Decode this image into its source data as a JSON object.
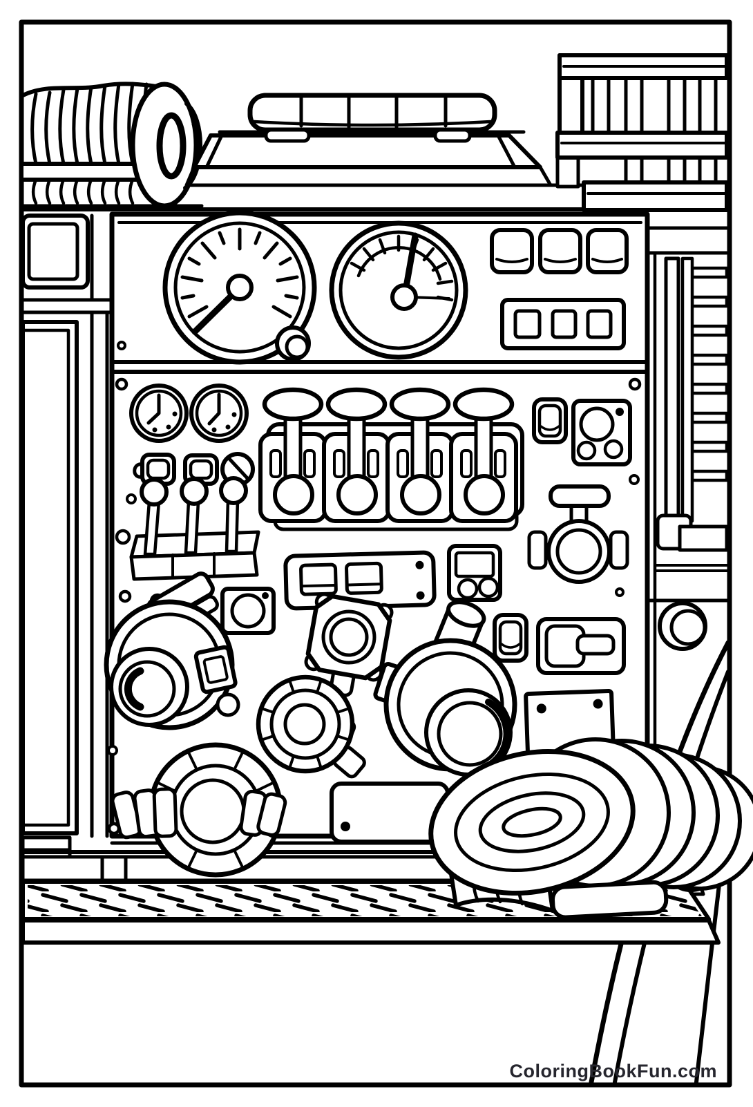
{
  "page": {
    "type": "coloring-book-page",
    "subject": "Fire truck pump control panel",
    "watermark_text": "ColoringBookFun.com",
    "colors": {
      "line": "#000000",
      "paper": "#ffffff",
      "watermark": "#26262e"
    },
    "illustration": {
      "elements": [
        "hose-reel",
        "cab-window",
        "side-door",
        "light-bar",
        "cab-roof",
        "roof-ladder-rack",
        "side-ladder-compartment",
        "fuel-cap",
        "rear-wheel",
        "pump-panel",
        "pressure-gauge",
        "flow-gauge",
        "indicator-buttons",
        "switch-plate",
        "clock-gauges",
        "rotary-knob",
        "toggle-levers",
        "discharge-levers",
        "valve-t-handle",
        "discharge-outlet-left",
        "hex-valve",
        "discharge-outlet-center",
        "key-plate",
        "bolted-plate",
        "intake-handwheel",
        "small-handwheel",
        "running-board",
        "coiled-hose"
      ]
    }
  }
}
